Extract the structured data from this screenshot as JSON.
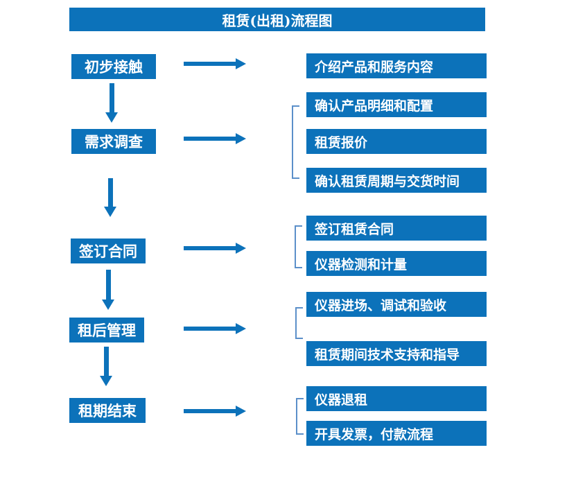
{
  "title": "租赁(出租)流程图",
  "colors": {
    "primary_blue": "#0c72ba",
    "bracket_blue": "#5b8fc9",
    "text_white": "#ffffff",
    "background": "#ffffff"
  },
  "steps": [
    {
      "label": "初步接触",
      "details": [
        "介绍产品和服务内容"
      ]
    },
    {
      "label": "需求调查",
      "details": [
        "确认产品明细和配置",
        "租赁报价",
        "确认租赁周期与交货时间"
      ]
    },
    {
      "label": "签订合同",
      "details": [
        "签订租赁合同",
        "仪器检测和计量"
      ]
    },
    {
      "label": "租后管理",
      "details": [
        "仪器进场、调试和验收",
        "租赁期间技术支持和指导"
      ]
    },
    {
      "label": "租期结束",
      "details": [
        "仪器退租",
        "开具发票，付款流程"
      ]
    }
  ]
}
